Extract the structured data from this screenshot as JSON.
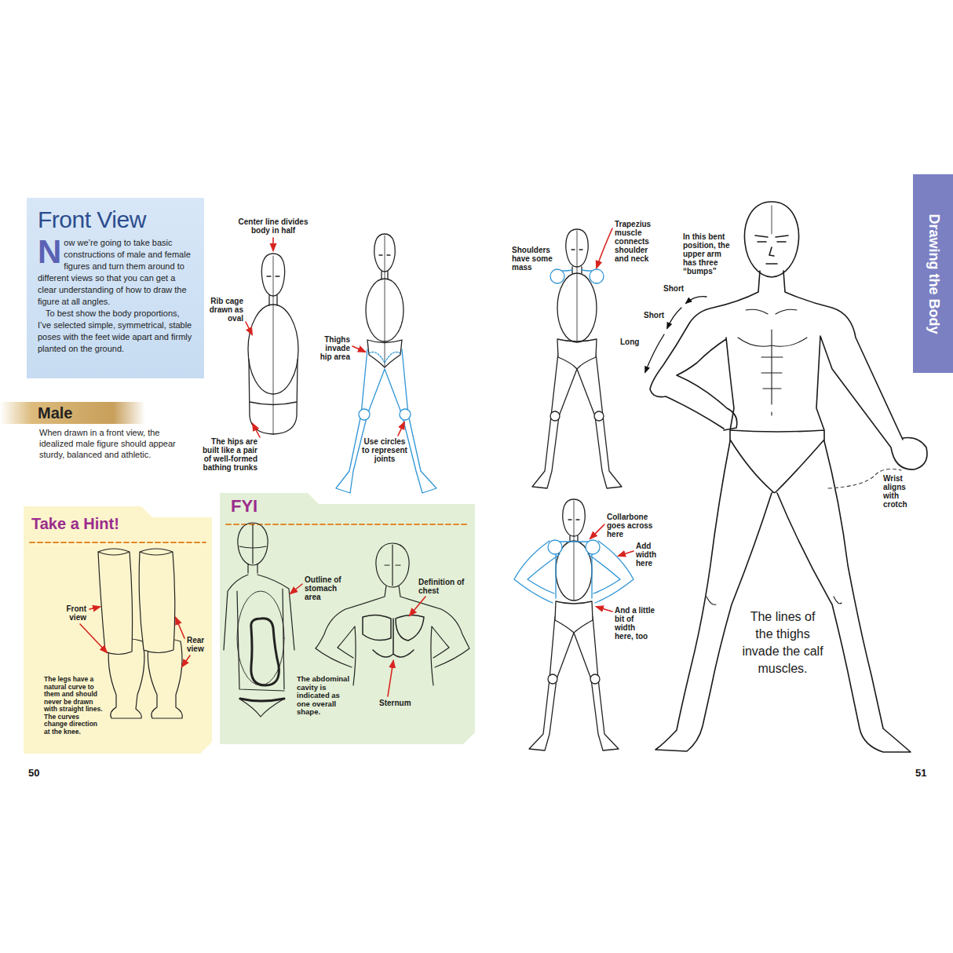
{
  "diagram": {
    "nodes": [
      {
        "text": [
          "Front View",
          "Now we’re going to take basic constructions of male and female figures and turn them around to different views so that you can get a clear understanding of how to draw the figure at all angles.",
          "To best show the body proportions, I’ve selected simple, symmetrical, stable poses with the feet wide apart and firmly planted on the ground."
        ]
      },
      {
        "text": [
          "Male"
        ]
      },
      {
        "text": [
          "Take a Hint!",
          "Front view",
          "Rear view",
          "The legs have a natural curve to them and should never be drawn with straight lines. The curves change direction at the knee."
        ]
      },
      {
        "text": [
          "FYI",
          "Outline of stomach area",
          "Definition of chest",
          "The abdominal cavity is indicated as one overall shape.",
          "Sternum"
        ]
      },
      {
        "text": [
          "Drawing the Body"
        ]
      }
    ],
    "labels": [
      "Center line divides body in half",
      "Rib cage drawn as oval",
      "The hips are built like a pair of well-formed bathing trunks",
      "Thighs invade hip area",
      "Use circles to represent joints",
      "When drawn in a front view, the idealized male figure should appear sturdy, balanced and athletic.",
      "Shoulders have some mass",
      "Trapezius muscle connects shoulder and neck",
      "Collarbone goes across here",
      "Add width here",
      "And a little bit of width here, too",
      "In this bent position, the upper arm has three “bumps”",
      "Short",
      "Short",
      "Long",
      "Wrist aligns with crotch",
      "The lines of the thighs invade the calf muscles.",
      "50",
      "51"
    ]
  }
}
